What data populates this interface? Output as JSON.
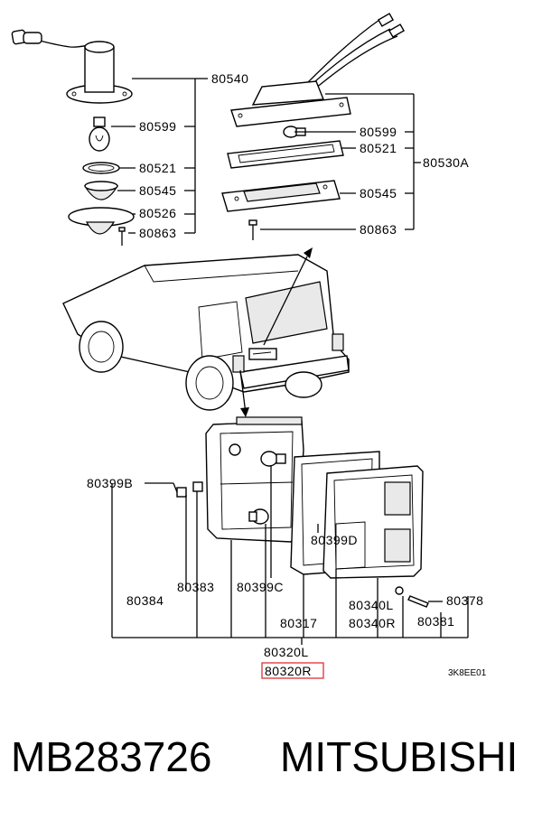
{
  "labels": {
    "l80540": "80540",
    "l80599a": "80599",
    "l80521a": "80521",
    "l80545a": "80545",
    "l80526": "80526",
    "l80863a": "80863",
    "l80599b": "80599",
    "l80521b": "80521",
    "l80530A": "80530A",
    "l80545b": "80545",
    "l80863b": "80863",
    "l80399B": "80399B",
    "l80384": "80384",
    "l80383": "80383",
    "l80399C": "80399C",
    "l80399D": "80399D",
    "l80317": "80317",
    "l80340L": "80340L",
    "l80340R": "80340R",
    "l80378": "80378",
    "l80381": "80381",
    "l80320L": "80320L",
    "l80320R": "80320R"
  },
  "diagram_code": "3K8EE01",
  "footer": {
    "part_number": "MB283726",
    "brand": "MITSUBISHI"
  },
  "colors": {
    "highlight": "#e03030"
  }
}
